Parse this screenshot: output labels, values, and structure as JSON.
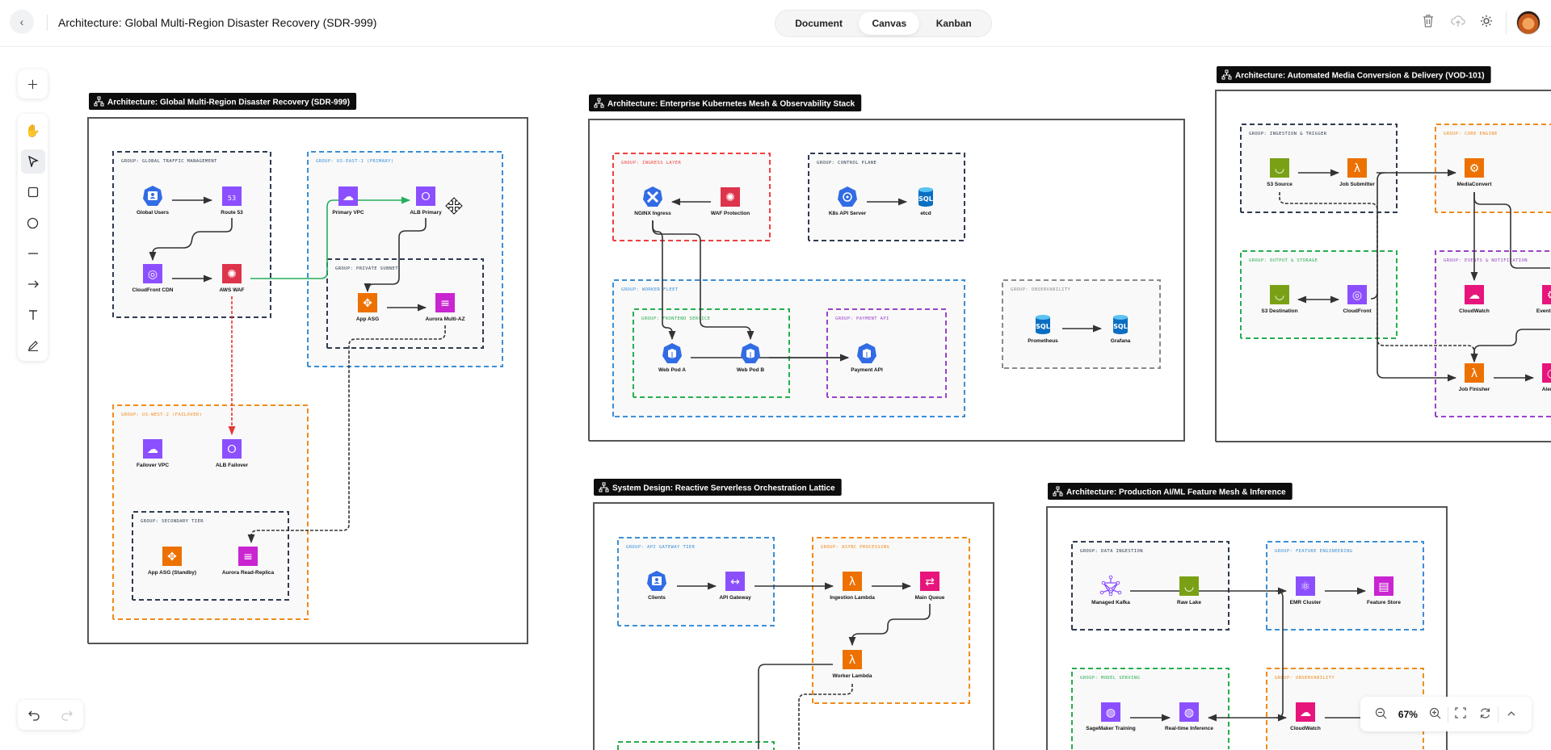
{
  "header": {
    "title": "Architecture: Global Multi-Region Disaster Recovery (SDR-999)",
    "view_tabs": [
      {
        "label": "Document",
        "active": false
      },
      {
        "label": "Canvas",
        "active": true
      },
      {
        "label": "Kanban",
        "active": false
      }
    ],
    "icons": [
      "back-icon",
      "trash-icon",
      "cloud-upload-icon",
      "sun-icon"
    ]
  },
  "toolbar": {
    "tools": [
      "add",
      "hand",
      "select",
      "rectangle",
      "ellipse",
      "line",
      "arrow",
      "text",
      "pen"
    ],
    "selected_tool": "select"
  },
  "zoom": {
    "level": "67%"
  },
  "colors": {
    "navy": "#2f3b4f",
    "blue": "#3a8fd8",
    "orange": "#f08b1b",
    "green": "#27ae4f",
    "red": "#ef4040",
    "purple": "#9b42c9",
    "gray": "#8a8a8a",
    "aws_purple": "#8c4fff",
    "aws_red": "#dd344c",
    "aws_orange": "#ed7100",
    "aws_green": "#7aa116",
    "aws_pink": "#e7157b",
    "aws_magenta": "#c925d1",
    "k8s_blue": "#326ce5",
    "sql_blue": "#0a6fc2",
    "edge_primary": "#22b05a",
    "edge_failover": "#e53935"
  },
  "diagrams": [
    {
      "title": "Architecture: Global Multi-Region Disaster Recovery (SDR-999)",
      "groups": [
        {
          "label": "GROUP: GLOBAL TRAFFIC MANAGEMENT",
          "color": "navy"
        },
        {
          "label": "GROUP: US-EAST-1 (PRIMARY)",
          "color": "blue"
        },
        {
          "label": "GROUP: PRIVATE SUBNET",
          "color": "navy"
        },
        {
          "label": "GROUP: US-WEST-2 (FAILOVER)",
          "color": "orange"
        },
        {
          "label": "GROUP: SECONDARY TIER",
          "color": "navy"
        }
      ],
      "nodes": [
        {
          "label": "Global Users",
          "icon": "users",
          "color": "k8s_blue"
        },
        {
          "label": "Route 53",
          "icon": "route53",
          "color": "aws_purple"
        },
        {
          "label": "CloudFront CDN",
          "icon": "cloudfront",
          "color": "aws_purple"
        },
        {
          "label": "AWS WAF",
          "icon": "waf",
          "color": "aws_red"
        },
        {
          "label": "Primary VPC",
          "icon": "vpc",
          "color": "aws_purple"
        },
        {
          "label": "ALB Primary",
          "icon": "alb",
          "color": "aws_purple"
        },
        {
          "label": "App ASG",
          "icon": "asg",
          "color": "aws_orange"
        },
        {
          "label": "Aurora Multi-AZ",
          "icon": "aurora",
          "color": "aws_magenta"
        },
        {
          "label": "Failover VPC",
          "icon": "vpc",
          "color": "aws_purple"
        },
        {
          "label": "ALB Failover",
          "icon": "alb",
          "color": "aws_purple"
        },
        {
          "label": "App ASG (Standby)",
          "icon": "asg",
          "color": "aws_orange"
        },
        {
          "label": "Aurora Read-Replica",
          "icon": "aurora",
          "color": "aws_magenta"
        }
      ]
    },
    {
      "title": "Architecture: Enterprise Kubernetes Mesh & Observability Stack",
      "groups": [
        {
          "label": "GROUP: INGRESS LAYER",
          "color": "red"
        },
        {
          "label": "GROUP: CONTROL PLANE",
          "color": "navy"
        },
        {
          "label": "GROUP: WORKER FLEET",
          "color": "blue"
        },
        {
          "label": "GROUP: FRONTEND SERVICE",
          "color": "green"
        },
        {
          "label": "GROUP: PAYMENT API",
          "color": "purple"
        },
        {
          "label": "GROUP: OBSERVABILITY",
          "color": "gray"
        }
      ],
      "nodes": [
        {
          "label": "NGINX Ingress",
          "icon": "k8s-ingress",
          "color": "k8s_blue"
        },
        {
          "label": "WAF Protection",
          "icon": "waf",
          "color": "aws_red"
        },
        {
          "label": "K8s API Server",
          "icon": "k8s-api",
          "color": "k8s_blue"
        },
        {
          "label": "etcd",
          "icon": "sql",
          "color": "sql_blue"
        },
        {
          "label": "Web Pod A",
          "icon": "k8s-pod",
          "color": "k8s_blue"
        },
        {
          "label": "Web Pod B",
          "icon": "k8s-pod",
          "color": "k8s_blue"
        },
        {
          "label": "Payment API",
          "icon": "k8s-pod",
          "color": "k8s_blue"
        },
        {
          "label": "Prometheus",
          "icon": "sql",
          "color": "sql_blue"
        },
        {
          "label": "Grafana",
          "icon": "sql",
          "color": "sql_blue"
        }
      ]
    },
    {
      "title": "Architecture: Automated Media Conversion & Delivery (VOD-101)",
      "groups": [
        {
          "label": "GROUP: INGESTION & TRIGGER",
          "color": "navy"
        },
        {
          "label": "GROUP: CORE ENGINE",
          "color": "orange"
        },
        {
          "label": "GROUP: OUTPUT & STORAGE",
          "color": "green"
        },
        {
          "label": "GROUP: EVENTS & NOTIFICATION",
          "color": "purple"
        }
      ],
      "nodes": [
        {
          "label": "S3 Source",
          "icon": "s3",
          "color": "aws_green"
        },
        {
          "label": "Job Submitter",
          "icon": "lambda",
          "color": "aws_orange"
        },
        {
          "label": "MediaConvert",
          "icon": "mediaconvert",
          "color": "aws_orange"
        },
        {
          "label": "S3 Destination",
          "icon": "s3",
          "color": "aws_green"
        },
        {
          "label": "CloudFront",
          "icon": "cloudfront",
          "color": "aws_purple"
        },
        {
          "label": "CloudWatch",
          "icon": "cloudwatch",
          "color": "aws_pink"
        },
        {
          "label": "EventBridge",
          "icon": "eventbridge",
          "color": "aws_pink"
        },
        {
          "label": "Job Finisher",
          "icon": "lambda",
          "color": "aws_orange"
        },
        {
          "label": "Alerting",
          "icon": "sns",
          "color": "aws_pink"
        }
      ]
    },
    {
      "title": "System Design: Reactive Serverless Orchestration Lattice",
      "groups": [
        {
          "label": "GROUP: API GATEWAY TIER",
          "color": "blue"
        },
        {
          "label": "GROUP: ASYNC PROCESSING",
          "color": "orange"
        },
        {
          "label": "",
          "color": "green"
        }
      ],
      "nodes": [
        {
          "label": "Clients",
          "icon": "users",
          "color": "k8s_blue"
        },
        {
          "label": "API Gateway",
          "icon": "apigw",
          "color": "aws_purple"
        },
        {
          "label": "Ingestion Lambda",
          "icon": "lambda",
          "color": "aws_orange"
        },
        {
          "label": "Main Queue",
          "icon": "sqs",
          "color": "aws_pink"
        },
        {
          "label": "Worker Lambda",
          "icon": "lambda",
          "color": "aws_orange"
        }
      ]
    },
    {
      "title": "Architecture: Production AI/ML Feature Mesh & Inference",
      "groups": [
        {
          "label": "GROUP: DATA INGESTION",
          "color": "navy"
        },
        {
          "label": "GROUP: FEATURE ENGINEERING",
          "color": "blue"
        },
        {
          "label": "GROUP: MODEL SERVING",
          "color": "green"
        },
        {
          "label": "GROUP: OBSERVABILITY",
          "color": "orange"
        }
      ],
      "nodes": [
        {
          "label": "Managed Kafka",
          "icon": "kafka",
          "color": "aws_purple"
        },
        {
          "label": "Raw Lake",
          "icon": "s3",
          "color": "aws_green"
        },
        {
          "label": "EMR Cluster",
          "icon": "emr",
          "color": "aws_purple"
        },
        {
          "label": "Feature Store",
          "icon": "featurestore",
          "color": "aws_magenta"
        },
        {
          "label": "SageMaker Training",
          "icon": "sagemaker",
          "color": "aws_purple"
        },
        {
          "label": "Real-time Inference",
          "icon": "sagemaker",
          "color": "aws_purple"
        },
        {
          "label": "CloudWatch",
          "icon": "cloudwatch",
          "color": "aws_pink"
        }
      ]
    }
  ]
}
